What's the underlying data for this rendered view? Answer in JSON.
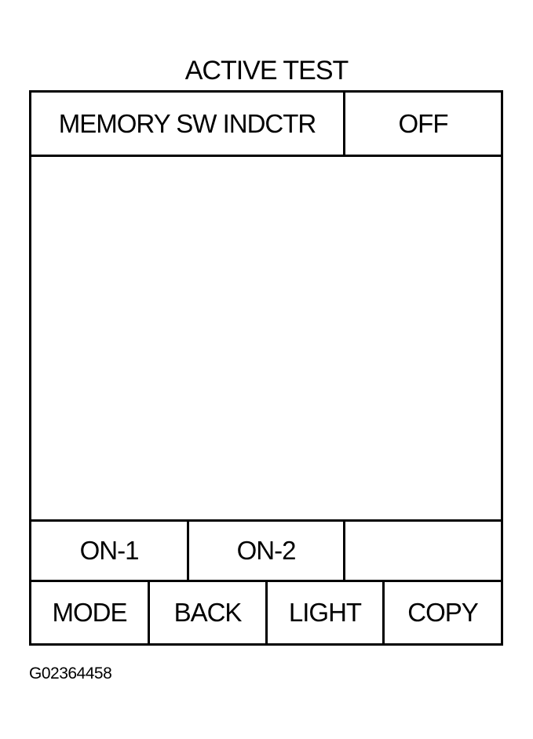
{
  "title": "ACTIVE TEST",
  "test_item": {
    "name": "MEMORY SW INDCTR",
    "value": "OFF"
  },
  "options": [
    {
      "label": "ON-1"
    },
    {
      "label": "ON-2"
    },
    {
      "label": ""
    }
  ],
  "function_buttons": [
    {
      "label": "MODE"
    },
    {
      "label": "BACK"
    },
    {
      "label": "LIGHT"
    },
    {
      "label": "COPY"
    }
  ],
  "figure_id": "G02364458"
}
